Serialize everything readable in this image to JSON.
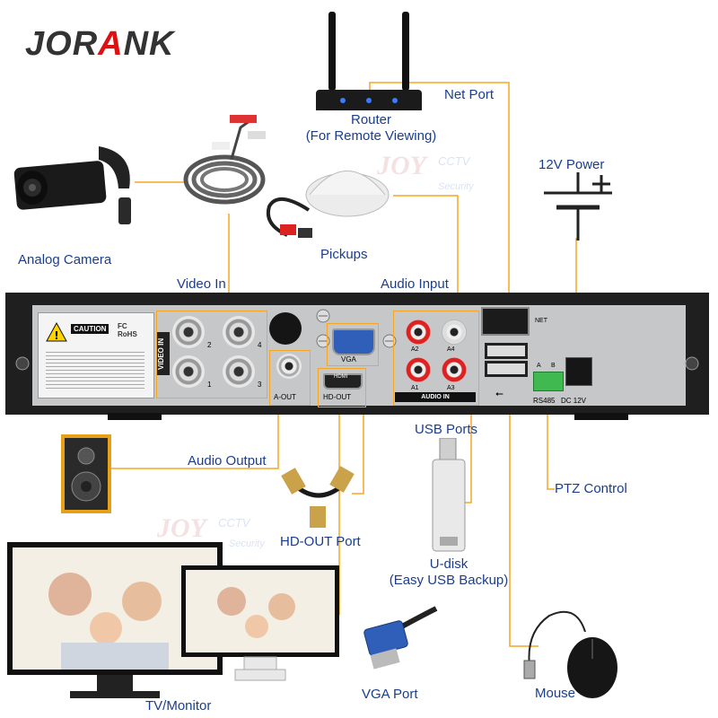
{
  "brand": {
    "prefix": "JOR",
    "accent": "A",
    "suffix": "NK"
  },
  "watermark": {
    "word": "JOY",
    "sub": "CCTV",
    "tag": "Security"
  },
  "labels": {
    "net_port": "Net Port",
    "router_line1": "Router",
    "router_line2": "(For Remote Viewing)",
    "power": "12V Power",
    "analog_camera": "Analog Camera",
    "pickups": "Pickups",
    "video_in": "Video In",
    "audio_input": "Audio Input",
    "usb_ports": "USB Ports",
    "audio_output": "Audio Output",
    "ptz_control": "PTZ Control",
    "hd_out_port": "HD-OUT Port",
    "udisk_line1": "U-disk",
    "udisk_line2": "(Easy USB Backup)",
    "tv_monitor": "TV/Monitor",
    "vga_port": "VGA Port",
    "mouse": "Mouse"
  },
  "panel": {
    "caution": "CAUTION",
    "video_in": "VIDEO IN",
    "bnc_numbers": [
      "2",
      "4",
      "1",
      "3"
    ],
    "a_out": "A-OUT",
    "vga": "VGA",
    "hdmi": "HDMI",
    "hd_out": "HD-OUT",
    "audio_in": "AUDIO IN",
    "rca_numbers": [
      "A2",
      "A4",
      "A1",
      "A3"
    ],
    "net": "NET",
    "rs485_ab": [
      "A",
      "B"
    ],
    "rs485": "RS485",
    "dc12v": "DC 12V"
  },
  "colors": {
    "wire": "#f5a623",
    "label": "#1a3e8c",
    "accent": "#dd1111"
  }
}
